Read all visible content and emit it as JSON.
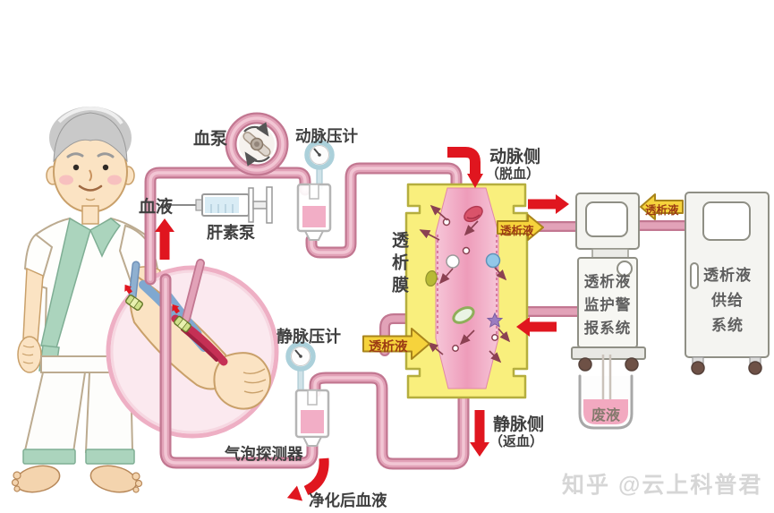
{
  "labels": {
    "blood_pump": "血泵",
    "arterial_pressure_gauge": "动脉压计",
    "blood": "血液",
    "heparin_pump": "肝素泵",
    "dialysis_membrane": "透析膜",
    "arterial_side": "动脉侧",
    "arterial_side_note": "（脱血）",
    "venous_side": "静脉侧",
    "venous_side_note": "（返血）",
    "venous_pressure_gauge": "静脉压计",
    "bubble_detector": "气泡探测器",
    "purified_blood": "净化后血液",
    "dialysate": "透析液",
    "waste_fluid": "废液"
  },
  "machines": {
    "monitor": {
      "lines": [
        "透析液",
        "监护警",
        "报系统"
      ]
    },
    "supply": {
      "lines": [
        "透析液",
        "供给",
        "系统"
      ]
    }
  },
  "watermark": {
    "text": "知乎 @云上科普君"
  },
  "colors": {
    "tube_border": "#c27791",
    "tube_fill": "#e2a2b8",
    "dialyzer_yellow": "#f9ef7d",
    "dialyzer_outline": "#b5ae3e",
    "blood_column_pink": "#ee9cba",
    "red_arrow": "#e0161f",
    "dialysate_arrow_yellow": "#f6d33c",
    "gown_green": "#abd4bd",
    "skin": "#fbe3c3",
    "magnifier_pink": "#fbe9ef",
    "liquid_pink": "#f2aec6"
  }
}
